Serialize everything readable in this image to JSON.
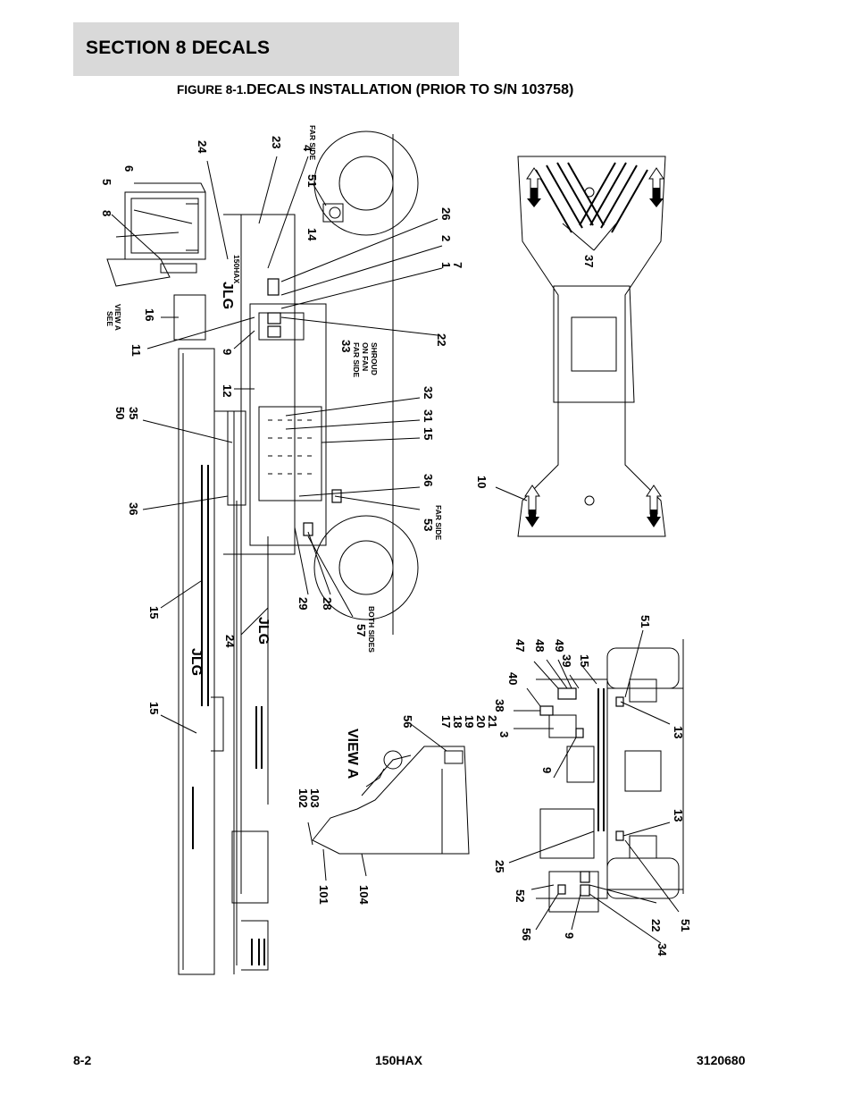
{
  "header": {
    "section": "SECTION 8   DECALS",
    "figure_prefix": "FIGURE 8-1.",
    "figure_title": "DECALS INSTALLATION (PRIOR TO S/N 103758)"
  },
  "footer": {
    "page": "8-2",
    "model": "150HAX",
    "doc_number": "3120680"
  },
  "diagram": {
    "callouts_main": [
      "24",
      "23",
      "4",
      "51",
      "14",
      "5",
      "6",
      "8",
      "16",
      "11",
      "9",
      "12",
      "50",
      "35",
      "36",
      "15",
      "24",
      "15",
      "26",
      "2",
      "1",
      "7",
      "22",
      "33",
      "32",
      "31",
      "15",
      "36",
      "53",
      "29",
      "28",
      "57"
    ],
    "notes": {
      "far_side": "FAR SIDE",
      "far_side_fan": [
        "FAR SIDE",
        "ON FAN",
        "SHROUD"
      ],
      "see_view_a": [
        "SEE",
        "VIEW A"
      ],
      "both_sides": "BOTH SIDES",
      "far_side_53": "FAR SIDE",
      "brand": "JLG",
      "model_decal": "150HAX"
    },
    "chassis_callouts": [
      "37",
      "10"
    ],
    "view_a": {
      "title": "VIEW A",
      "callouts": [
        "56",
        "102",
        "103",
        "101",
        "104"
      ]
    },
    "top_view_callouts": [
      "47",
      "48",
      "49",
      "39",
      "15",
      "40",
      "38",
      "17",
      "18",
      "19",
      "20",
      "21",
      "3",
      "51",
      "13",
      "9",
      "25",
      "52",
      "56",
      "9",
      "13",
      "22",
      "34",
      "51"
    ]
  }
}
